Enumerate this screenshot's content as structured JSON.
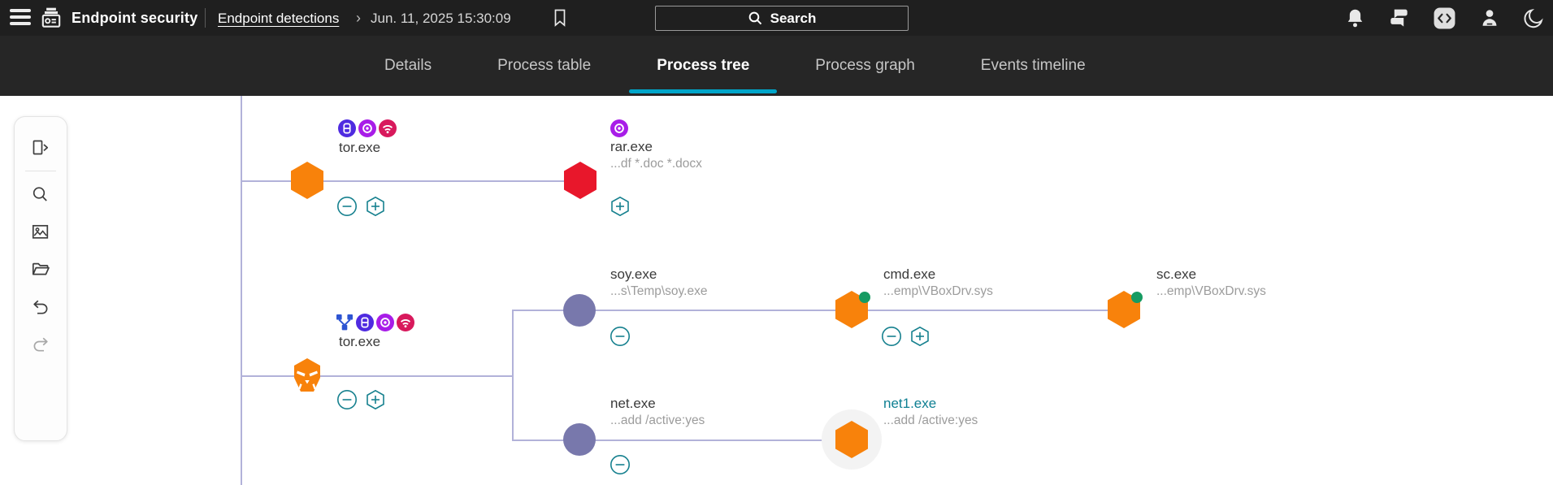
{
  "header": {
    "app_title": "Endpoint security",
    "breadcrumb": {
      "section": "Endpoint detections",
      "separator": "›",
      "current": "Jun. 11, 2025 15:30:09"
    },
    "search": {
      "label": "Search"
    },
    "icons": [
      "menu-icon",
      "archive-logo-icon",
      "bookmark-icon",
      "notifications-bell-icon",
      "messages-icon",
      "code-api-icon",
      "account-icon",
      "dark-mode-moon-icon"
    ]
  },
  "tabs": {
    "items": [
      {
        "label": "Details",
        "active": false
      },
      {
        "label": "Process table",
        "active": false
      },
      {
        "label": "Process tree",
        "active": true
      },
      {
        "label": "Process graph",
        "active": false
      },
      {
        "label": "Events timeline",
        "active": false
      }
    ]
  },
  "toolbar": {
    "icons": [
      "open-side-panel-icon",
      "search-icon",
      "snapshot-image-icon",
      "open-folder-icon",
      "undo-icon",
      "redo-icon-disabled"
    ]
  },
  "tree": {
    "nodes": [
      {
        "id": "tor-1",
        "name": "tor.exe",
        "subtitle": "",
        "shape": "hexagon",
        "color": "#F8820B",
        "badges": [
          "process-badge",
          "target-badge",
          "network-badge"
        ],
        "controls": [
          "collapse",
          "expand"
        ]
      },
      {
        "id": "rar",
        "name": "rar.exe",
        "subtitle": "...df *.doc *.docx",
        "shape": "hexagon",
        "color": "#E8172B",
        "badges": [
          "target-badge"
        ],
        "controls": [
          "expand"
        ]
      },
      {
        "id": "tor-2",
        "name": "tor.exe",
        "subtitle": "",
        "shape": "skull",
        "color": "#F8820B",
        "badges": [
          "tree-badge",
          "process-badge",
          "target-badge",
          "network-badge"
        ],
        "controls": [
          "collapse",
          "expand"
        ]
      },
      {
        "id": "soy",
        "name": "soy.exe",
        "subtitle": "...s\\Temp\\soy.exe",
        "shape": "circle",
        "color": "#7878AC",
        "badges": [],
        "controls": [
          "collapse"
        ]
      },
      {
        "id": "cmd",
        "name": "cmd.exe",
        "subtitle": "...emp\\VBoxDrv.sys",
        "shape": "hexagon",
        "color": "#F8820B",
        "status_dot": "#169B62",
        "badges": [],
        "controls": [
          "collapse",
          "expand"
        ]
      },
      {
        "id": "sc",
        "name": "sc.exe",
        "subtitle": "...emp\\VBoxDrv.sys",
        "shape": "hexagon",
        "color": "#F8820B",
        "status_dot": "#169B62",
        "badges": [],
        "controls": []
      },
      {
        "id": "net",
        "name": "net.exe",
        "subtitle": "...add /active:yes",
        "shape": "circle",
        "color": "#7878AC",
        "badges": [],
        "controls": [
          "collapse"
        ]
      },
      {
        "id": "net1",
        "name": "net1.exe",
        "subtitle": "...add /active:yes",
        "shape": "hexagon",
        "color": "#F8820B",
        "selected": true,
        "badges": [],
        "controls": []
      }
    ]
  },
  "colors": {
    "topbar_bg": "#1f1f1f",
    "tabbar_bg": "#262626",
    "tab_accent": "#00A5C9",
    "node_orange": "#F8820B",
    "node_red": "#E8172B",
    "node_slate": "#7878AC",
    "control_teal": "#17818F",
    "status_green": "#169B62",
    "connector": "#B2B2D9",
    "selected_label": "#0E7F92",
    "badge_indigo": "#4F2BE0",
    "badge_purple": "#A81DE8",
    "badge_crimson": "#D8195C",
    "badge_blue": "#2D54D2"
  }
}
